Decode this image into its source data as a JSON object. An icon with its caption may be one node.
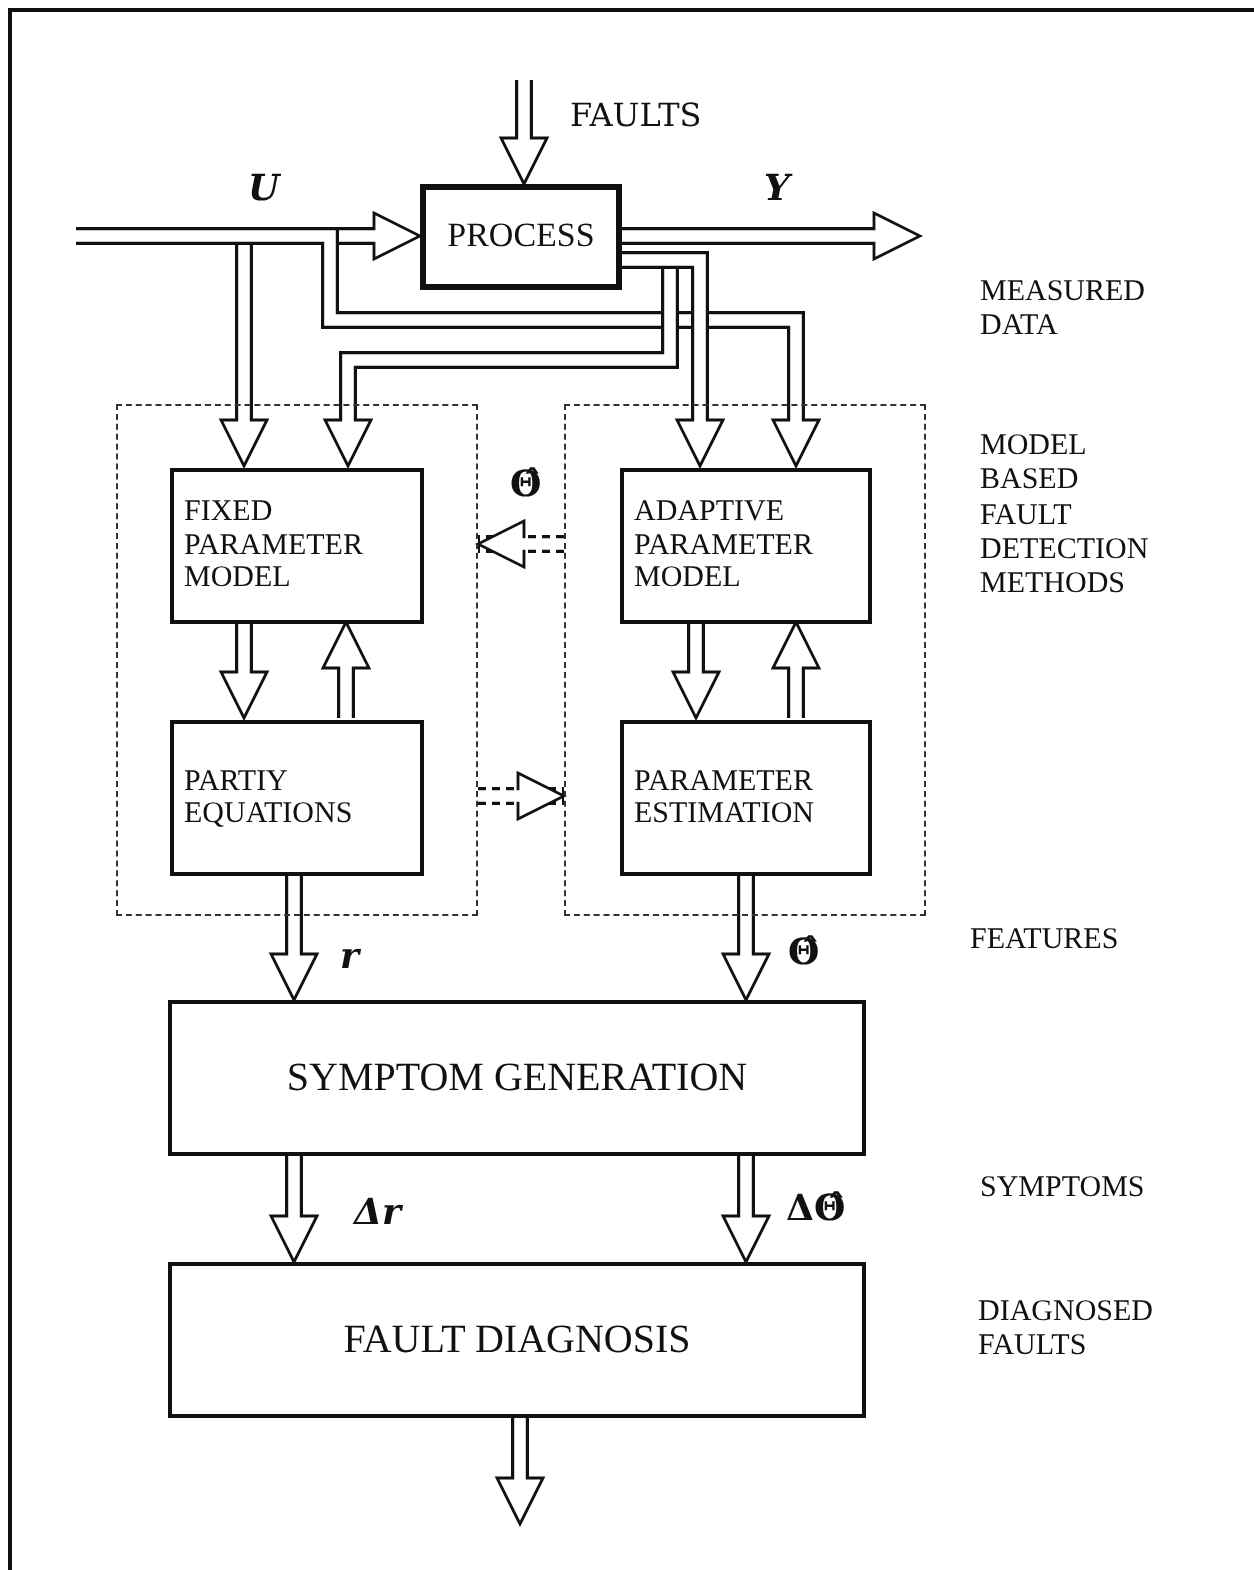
{
  "diagram": {
    "nodes": [
      {
        "text": [
          "PROCESS"
        ]
      },
      {
        "text": [],
        "shape": "box"
      },
      {
        "text": [
          "FIXED PARAMETER MODEL"
        ],
        "in": 1
      },
      {
        "text": [
          "PARTIY EQUATIONS"
        ],
        "in": 1
      },
      {
        "text": [],
        "shape": "box"
      },
      {
        "text": [
          "ADAPTIVE PARAMETER MODEL"
        ],
        "in": 4
      },
      {
        "text": [
          "PARAMETER ESTIMATION"
        ],
        "in": 4
      },
      {
        "text": [
          "SYMPTOM GENERATION"
        ]
      },
      {
        "text": [
          "FAULT DIAGNOSIS"
        ]
      }
    ],
    "edges": [
      {
        "from": null,
        "to": 0,
        "arrow": "to",
        "label": "FAULTS"
      },
      {
        "from": null,
        "to": 0,
        "arrow": "to",
        "label": "U"
      },
      {
        "from": 0,
        "to": null,
        "arrow": "to",
        "label": "Y"
      },
      {
        "from": null,
        "to": 2,
        "arrow": "to"
      },
      {
        "from": null,
        "to": 5,
        "arrow": "to"
      },
      {
        "from": 0,
        "to": 2,
        "arrow": "to"
      },
      {
        "from": 0,
        "to": 5,
        "arrow": "to"
      },
      {
        "from": 2,
        "to": 3,
        "arrow": "to"
      },
      {
        "from": 3,
        "to": 2,
        "arrow": "to"
      },
      {
        "from": 5,
        "to": 6,
        "arrow": "to"
      },
      {
        "from": 6,
        "to": 5,
        "arrow": "to"
      },
      {
        "from": 4,
        "to": 1,
        "arrow": "to",
        "label": "Θ̂",
        "style": "dashed"
      },
      {
        "from": 1,
        "to": 4,
        "arrow": "to",
        "style": "dashed"
      },
      {
        "from": 3,
        "to": 7,
        "arrow": "to",
        "label": "r"
      },
      {
        "from": 6,
        "to": 7,
        "arrow": "to",
        "label": "Θ̂"
      },
      {
        "from": 7,
        "to": 8,
        "arrow": "to",
        "label": "Δr"
      },
      {
        "from": 7,
        "to": 8,
        "arrow": "to",
        "label": "ΔΘ̂"
      },
      {
        "from": 8,
        "to": null,
        "arrow": "to"
      }
    ],
    "labels": [
      "MEASURED DATA",
      "MODEL BASED FAULT DETECTION METHODS",
      "FEATURES",
      "SYMPTOMS",
      "DIAGNOSED FAULTS"
    ]
  }
}
